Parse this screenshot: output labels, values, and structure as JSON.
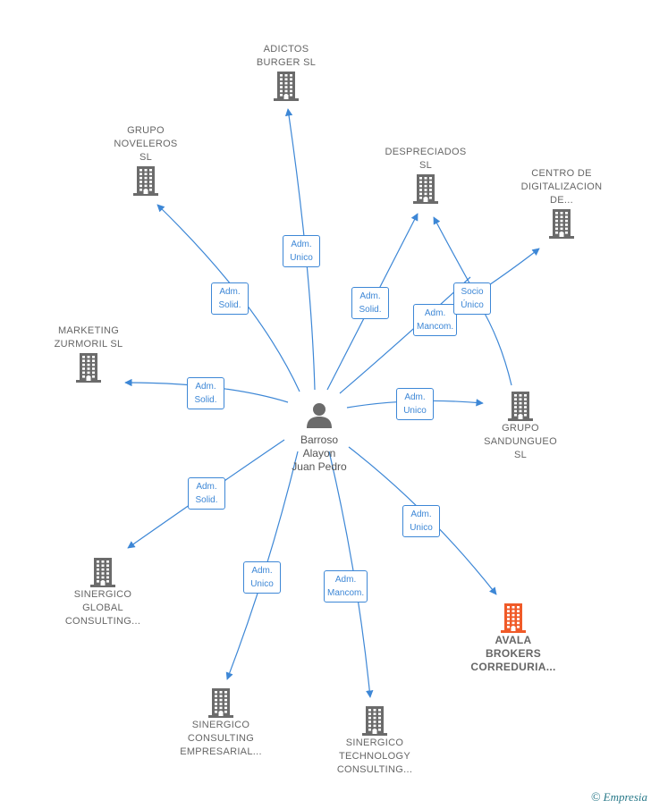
{
  "center": {
    "name": "Barroso Alayon Juan Pedro",
    "lines": [
      "Barroso",
      "Alayon",
      "Juan Pedro"
    ]
  },
  "colors": {
    "edge": "#3d87d6",
    "company": "#6b6b6b",
    "focus": "#f05a28",
    "person": "#6b6b6b"
  },
  "companies": [
    {
      "id": "adictos",
      "lines": [
        "ADICTOS",
        "BURGER  SL"
      ],
      "focus": false,
      "label_above": true,
      "relation": [
        "Adm.",
        "Unico"
      ]
    },
    {
      "id": "noveleros",
      "lines": [
        "GRUPO",
        "NOVELEROS",
        "SL"
      ],
      "focus": false,
      "label_above": true,
      "relation": [
        "Adm.",
        "Solid."
      ]
    },
    {
      "id": "despreciados",
      "lines": [
        "DESPRECIADOS",
        "SL"
      ],
      "focus": false,
      "label_above": true,
      "relation": [
        "Adm.",
        "Solid."
      ]
    },
    {
      "id": "centro",
      "lines": [
        "CENTRO DE",
        "DIGITALIZACION",
        "DE..."
      ],
      "focus": false,
      "label_above": true,
      "relation": null
    },
    {
      "id": "marketing",
      "lines": [
        "MARKETING",
        "ZURMORIL  SL"
      ],
      "focus": false,
      "label_above": true,
      "relation": [
        "Adm.",
        "Solid."
      ]
    },
    {
      "id": "sandungueo",
      "lines": [
        "GRUPO",
        "SANDUNGUEO",
        "SL"
      ],
      "focus": false,
      "label_above": false,
      "relation": [
        "Adm.",
        "Unico"
      ]
    },
    {
      "id": "global",
      "lines": [
        "SINERGICO",
        "GLOBAL",
        "CONSULTING..."
      ],
      "focus": false,
      "label_above": false,
      "relation": [
        "Adm.",
        "Solid."
      ]
    },
    {
      "id": "avala",
      "lines": [
        "AVALA",
        "BROKERS",
        "CORREDURIA..."
      ],
      "focus": true,
      "label_above": false,
      "relation": [
        "Adm.",
        "Unico"
      ]
    },
    {
      "id": "empresarial",
      "lines": [
        "SINERGICO",
        "CONSULTING",
        "EMPRESARIAL..."
      ],
      "focus": false,
      "label_above": false,
      "relation": [
        "Adm.",
        "Unico"
      ]
    },
    {
      "id": "technology",
      "lines": [
        "SINERGICO",
        "TECHNOLOGY",
        "CONSULTING..."
      ],
      "focus": false,
      "label_above": false,
      "relation": [
        "Adm.",
        "Mancom."
      ]
    }
  ],
  "extra_relations": [
    {
      "id": "mancom_despreciados",
      "lines": [
        "Adm.",
        "Mancom."
      ]
    },
    {
      "id": "socio_unico",
      "lines": [
        "Socio",
        "Único"
      ]
    }
  ],
  "brand": {
    "symbol": "©",
    "text": "Empresia"
  }
}
